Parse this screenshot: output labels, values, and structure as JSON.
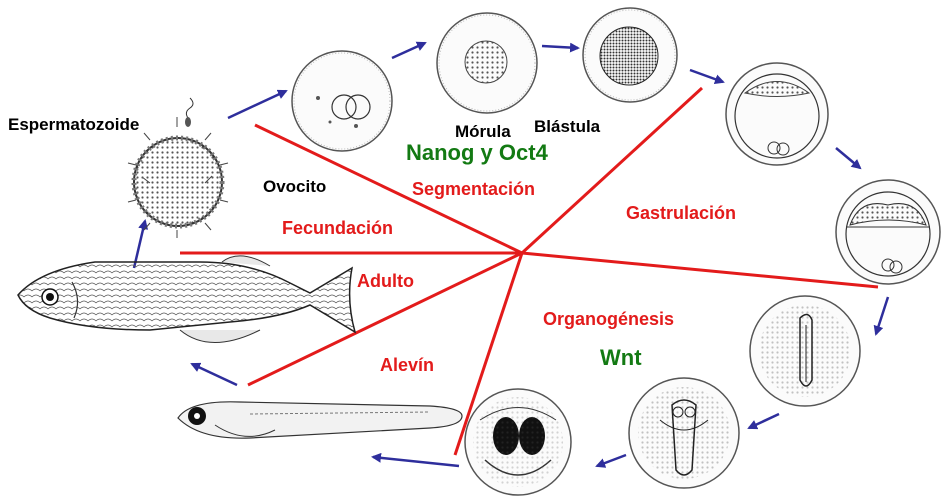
{
  "colors": {
    "stage_lines": "#e31b1b",
    "arrows": "#2e2e9c",
    "stage_labels": "#e31b1b",
    "genes": "#137a13",
    "drawing": "#444444"
  },
  "labels": {
    "espermatozoide": "Espermatozoide",
    "ovocito": "Ovocito",
    "morula": "Mórula",
    "blastula": "Blástula",
    "nanog_oct4": "Nanog y Oct4",
    "segmentacion": "Segmentación",
    "fecundacion": "Fecundación",
    "gastrulacion": "Gastrulación",
    "adulto": "Adulto",
    "organogenesis": "Organogénesis",
    "wnt": "Wnt",
    "alevin": "Alevín"
  }
}
